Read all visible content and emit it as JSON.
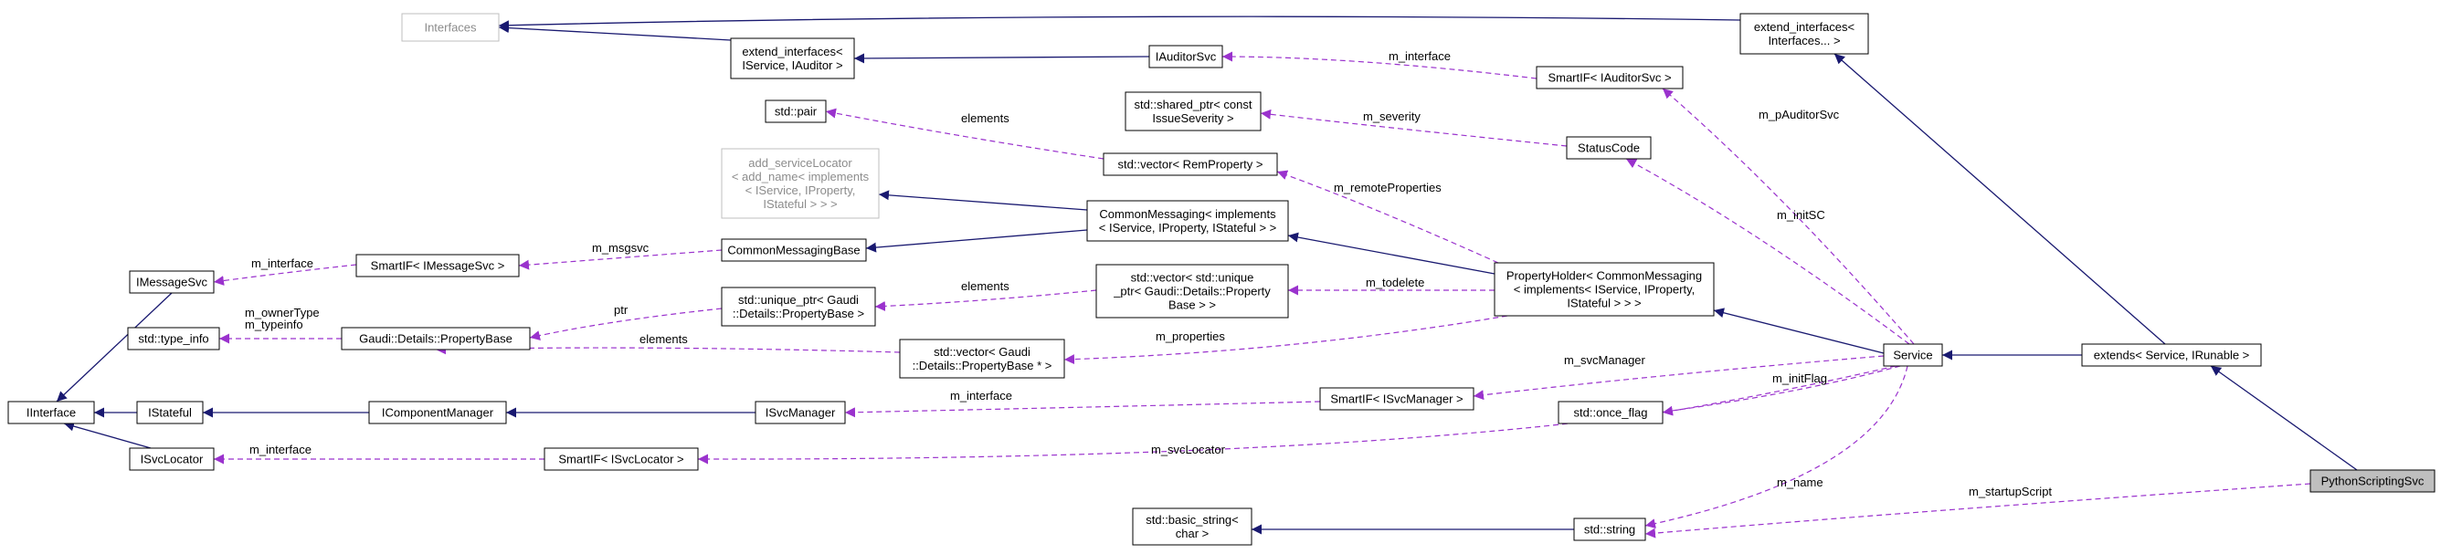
{
  "nodes": [
    {
      "id": "interfaces",
      "lines": [
        "Interfaces"
      ],
      "style": "gray"
    },
    {
      "id": "ext_if_auditor",
      "lines": [
        "extend_interfaces<",
        "IService, IAuditor >"
      ]
    },
    {
      "id": "iauditorsvc",
      "lines": [
        "IAuditorSvc"
      ]
    },
    {
      "id": "smartif_auditor",
      "lines": [
        "SmartIF< IAuditorSvc >"
      ]
    },
    {
      "id": "ext_if_generic",
      "lines": [
        "extend_interfaces<",
        "Interfaces... >"
      ]
    },
    {
      "id": "shared_ptr_severity",
      "lines": [
        "std::shared_ptr< const",
        "IssueSeverity >"
      ]
    },
    {
      "id": "std_pair",
      "lines": [
        "std::pair"
      ]
    },
    {
      "id": "vector_remprop",
      "lines": [
        "std::vector< RemProperty >"
      ]
    },
    {
      "id": "statuscode",
      "lines": [
        "StatusCode"
      ]
    },
    {
      "id": "add_servicelocator",
      "lines": [
        "add_serviceLocator",
        "< add_name< implements",
        "< IService, IProperty,",
        "IStateful > > >"
      ],
      "style": "gray"
    },
    {
      "id": "commonmessaging_impl",
      "lines": [
        "CommonMessaging< implements",
        "< IService, IProperty, IStateful > >"
      ]
    },
    {
      "id": "commonmessagingbase",
      "lines": [
        "CommonMessagingBase"
      ]
    },
    {
      "id": "smartif_msgsvc",
      "lines": [
        "SmartIF< IMessageSvc >"
      ]
    },
    {
      "id": "imessagesvc",
      "lines": [
        "IMessageSvc"
      ]
    },
    {
      "id": "unique_ptr_propbase",
      "lines": [
        "std::unique_ptr< Gaudi",
        "::Details::PropertyBase >"
      ]
    },
    {
      "id": "vector_unique_ptr",
      "lines": [
        "std::vector< std::unique",
        "_ptr< Gaudi::Details::Property",
        "Base > >"
      ]
    },
    {
      "id": "propertyholder",
      "lines": [
        "PropertyHolder< CommonMessaging",
        "< implements< IService, IProperty,",
        "IStateful > > >"
      ]
    },
    {
      "id": "std_type_info",
      "lines": [
        "std::type_info"
      ]
    },
    {
      "id": "propertybase",
      "lines": [
        "Gaudi::Details::PropertyBase"
      ]
    },
    {
      "id": "vector_propbase_ptr",
      "lines": [
        "std::vector< Gaudi",
        "::Details::PropertyBase * >"
      ]
    },
    {
      "id": "service",
      "lines": [
        "Service"
      ]
    },
    {
      "id": "extends_service",
      "lines": [
        "extends< Service, IRunable >"
      ]
    },
    {
      "id": "interface",
      "lines": [
        "IInterface"
      ]
    },
    {
      "id": "istateful",
      "lines": [
        "IStateful"
      ]
    },
    {
      "id": "icomponentmanager",
      "lines": [
        "IComponentManager"
      ]
    },
    {
      "id": "isvcmanager",
      "lines": [
        "ISvcManager"
      ]
    },
    {
      "id": "smartif_svcmanager",
      "lines": [
        "SmartIF< ISvcManager >"
      ]
    },
    {
      "id": "once_flag",
      "lines": [
        "std::once_flag"
      ]
    },
    {
      "id": "isvclocator",
      "lines": [
        "ISvcLocator"
      ]
    },
    {
      "id": "smartif_svclocator",
      "lines": [
        "SmartIF< ISvcLocator >"
      ]
    },
    {
      "id": "pythonscriptingsvc",
      "lines": [
        "PythonScriptingSvc"
      ],
      "style": "focus"
    },
    {
      "id": "basic_string",
      "lines": [
        "std::basic_string<",
        "char >"
      ]
    },
    {
      "id": "std_string",
      "lines": [
        "std::string"
      ]
    }
  ],
  "inheritance_edges": [
    {
      "from": "ext_if_auditor",
      "to": "interfaces"
    },
    {
      "from": "ext_if_generic",
      "to": "interfaces"
    },
    {
      "from": "iauditorsvc",
      "to": "ext_if_auditor"
    },
    {
      "from": "commonmessaging_impl",
      "to": "add_servicelocator"
    },
    {
      "from": "commonmessaging_impl",
      "to": "commonmessagingbase"
    },
    {
      "from": "propertyholder",
      "to": "commonmessaging_impl"
    },
    {
      "from": "service",
      "to": "propertyholder"
    },
    {
      "from": "extends_service",
      "to": "service"
    },
    {
      "from": "extends_service",
      "to": "ext_if_generic"
    },
    {
      "from": "pythonscriptingsvc",
      "to": "extends_service"
    },
    {
      "from": "imessagesvc",
      "to": "interface"
    },
    {
      "from": "istateful",
      "to": "interface"
    },
    {
      "from": "isvclocator",
      "to": "interface"
    },
    {
      "from": "icomponentmanager",
      "to": "istateful"
    },
    {
      "from": "isvcmanager",
      "to": "icomponentmanager"
    },
    {
      "from": "std_string",
      "to": "basic_string"
    }
  ],
  "usage_edges": [
    {
      "from": "smartif_auditor",
      "to": "iauditorsvc",
      "label": "m_interface"
    },
    {
      "from": "service",
      "to": "smartif_auditor",
      "label": "m_pAuditorSvc"
    },
    {
      "from": "statuscode",
      "to": "shared_ptr_severity",
      "label": "m_severity"
    },
    {
      "from": "vector_remprop",
      "to": "std_pair",
      "label": "elements"
    },
    {
      "from": "propertyholder",
      "to": "vector_remprop",
      "label": "m_remoteProperties"
    },
    {
      "from": "service",
      "to": "statuscode",
      "label": "m_initSC"
    },
    {
      "from": "commonmessagingbase",
      "to": "smartif_msgsvc",
      "label": "m_msgsvc"
    },
    {
      "from": "smartif_msgsvc",
      "to": "imessagesvc",
      "label": "m_interface"
    },
    {
      "from": "vector_unique_ptr",
      "to": "unique_ptr_propbase",
      "label": "elements"
    },
    {
      "from": "propertyholder",
      "to": "vector_unique_ptr",
      "label": "m_todelete"
    },
    {
      "from": "unique_ptr_propbase",
      "to": "propertybase",
      "label": "ptr"
    },
    {
      "from": "propertybase",
      "to": "std_type_info",
      "label": "m_ownerType\nm_typeinfo"
    },
    {
      "from": "vector_propbase_ptr",
      "to": "propertybase",
      "label": "elements"
    },
    {
      "from": "propertyholder",
      "to": "vector_propbase_ptr",
      "label": "m_properties"
    },
    {
      "from": "service",
      "to": "smartif_svcmanager",
      "label": "m_svcManager"
    },
    {
      "from": "smartif_svcmanager",
      "to": "isvcmanager",
      "label": "m_interface"
    },
    {
      "from": "service",
      "to": "once_flag",
      "label": "m_initFlag"
    },
    {
      "from": "smartif_svclocator",
      "to": "isvclocator",
      "label": "m_interface"
    },
    {
      "from": "service",
      "to": "smartif_svclocator",
      "label": "m_svcLocator"
    },
    {
      "from": "service",
      "to": "std_string",
      "label": "m_name"
    },
    {
      "from": "pythonscriptingsvc",
      "to": "std_string",
      "label": "m_startupScript"
    }
  ],
  "colors": {
    "inheritance": "#191970",
    "usage": "#9a32cd",
    "focus_fill": "#bfbfbf",
    "gray_border": "#bfbfbf"
  }
}
